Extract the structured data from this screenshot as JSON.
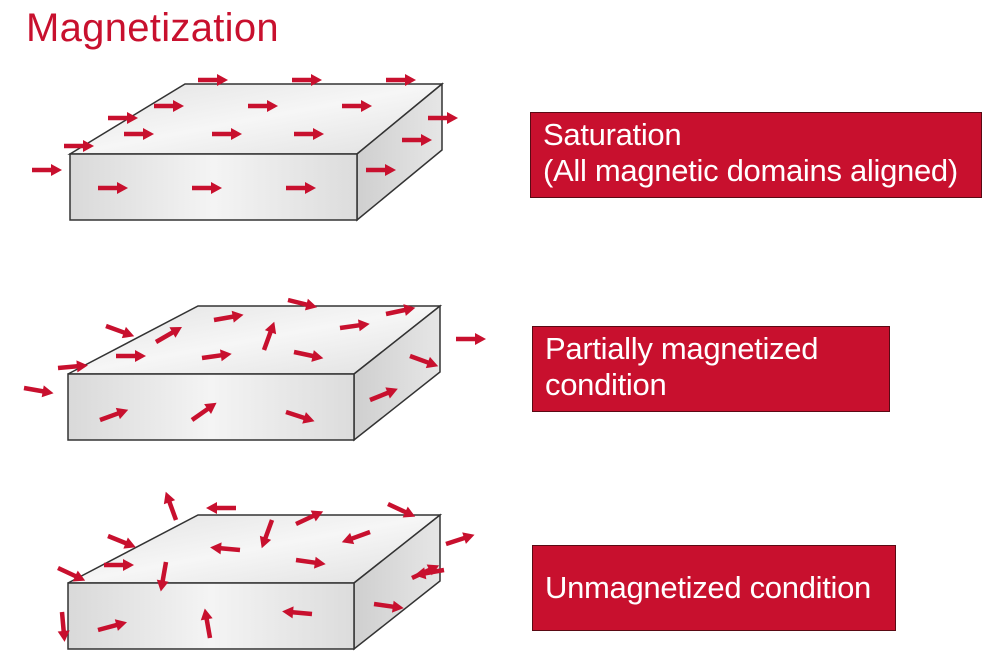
{
  "title": "Magnetization",
  "colors": {
    "accent": "#c8102e",
    "slab_face": "#eeeeee",
    "slab_edge": "#333333"
  },
  "states": [
    {
      "id": "saturation",
      "label_lines": [
        "Saturation",
        "(All magnetic domains aligned)"
      ]
    },
    {
      "id": "partial",
      "label_lines": [
        "Partially magnetized",
        "condition"
      ]
    },
    {
      "id": "unmagnetized",
      "label_lines": [
        "Unmagnetized condition"
      ]
    }
  ]
}
